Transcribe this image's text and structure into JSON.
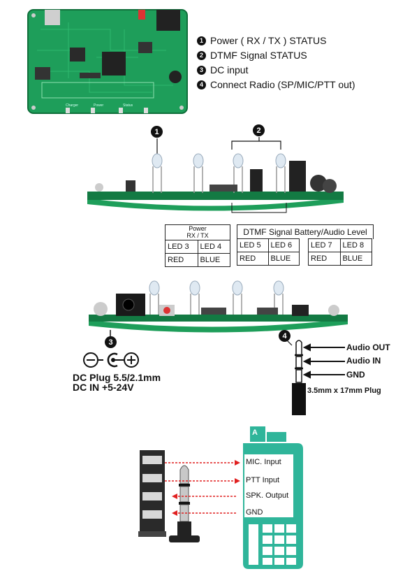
{
  "legend": {
    "items": [
      {
        "num": "1",
        "label": "Power ( RX / TX ) STATUS"
      },
      {
        "num": "2",
        "label": "DTMF Signal STATUS"
      },
      {
        "num": "3",
        "label": "DC input"
      },
      {
        "num": "4",
        "label": "Connect  Radio (SP/MIC/PTT out)"
      }
    ]
  },
  "board_silk": {
    "charge": "Charger",
    "power": "Power",
    "status": "Status"
  },
  "badges": {
    "b1": "1",
    "b2": "2",
    "b3": "3",
    "b4": "4"
  },
  "power_table": {
    "title": "Power",
    "subtitle": "RX / TX",
    "cells": [
      [
        "LED 3",
        "LED 4"
      ],
      [
        "RED",
        "BLUE"
      ]
    ]
  },
  "dtmf_table": {
    "title": "DTMF Signal Battery/Audio Level",
    "left": [
      [
        "LED 5",
        "LED 6"
      ],
      [
        "RED",
        "BLUE"
      ]
    ],
    "right": [
      [
        "LED 7",
        "LED 8"
      ],
      [
        "RED",
        "BLUE"
      ]
    ]
  },
  "dc": {
    "plug": "DC Plug 5.5/2.1mm",
    "input": "DC IN +5-24V"
  },
  "jack": {
    "audio_out": "Audio OUT",
    "audio_in": "Audio IN",
    "gnd": "GND",
    "plug": "3.5mm x 17mm Plug"
  },
  "radio": {
    "top_label": "A",
    "mic": "MIC. Input",
    "ptt": "PTT Input",
    "spk": "SPK. Output",
    "gnd": "GND"
  },
  "colors": {
    "pcb": "#1e9e5a",
    "pcb_dark": "#137a43",
    "radio": "#2fb59a",
    "arrow": "#e02020"
  }
}
